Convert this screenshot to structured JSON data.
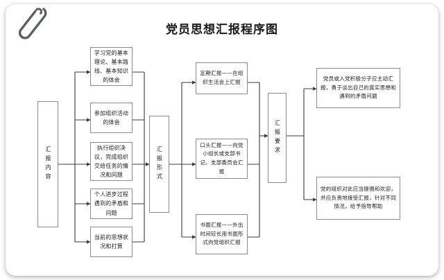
{
  "document": {
    "title": "党员思想汇报程序图",
    "paperclip_icon": "paperclip-icon"
  },
  "chart_data": {
    "type": "diagram",
    "title": "党员思想汇报程序图",
    "orientation": "left-to-right flowchart",
    "columns": [
      {
        "id": "col1",
        "label": "汇报内容",
        "kind": "spine"
      },
      {
        "id": "col2",
        "label": "",
        "kind": "items"
      },
      {
        "id": "col3",
        "label": "汇报形式",
        "kind": "spine"
      },
      {
        "id": "col4",
        "label": "",
        "kind": "items"
      },
      {
        "id": "col5",
        "label": "汇报要求",
        "kind": "spine"
      },
      {
        "id": "col6",
        "label": "",
        "kind": "items"
      }
    ]
  },
  "nodes": {
    "spine_content": "汇报内容",
    "spine_form": "汇报形式",
    "spine_requirement": "汇报要求",
    "content_items": [
      "学习党的基本理论、基本路线、基本知识的体会",
      "参加组织活动的体会",
      "执行组织决议，完成组织交给任务的情况和问题",
      "个人进步过程遇到的矛盾和问题",
      "当前的思想状况和打算"
    ],
    "form_items": [
      "定期汇报——在组织生活会上汇报",
      "口头汇报——向党小组长或支部书记、支部委员会汇报",
      "书面汇报——外出时间较长用书面形式向党组织汇报"
    ],
    "requirement_items": [
      "党员或入党积极分子应主动汇报，勇于谈出自己的真实思想和遇到的矛盾问题",
      "党的组织对此应当提倡和欢迎，并应负责地接受汇报，针对不同情况，给予指导帮助"
    ]
  },
  "colors": {
    "page_background": "#ffffff",
    "card_background": "#ffffff",
    "node_border": "#8a8a8a",
    "wire": "#3a3a3a",
    "text": "#1c1c1c",
    "title_text": "#1a1a1a",
    "paperclip": "#5b5f66"
  }
}
